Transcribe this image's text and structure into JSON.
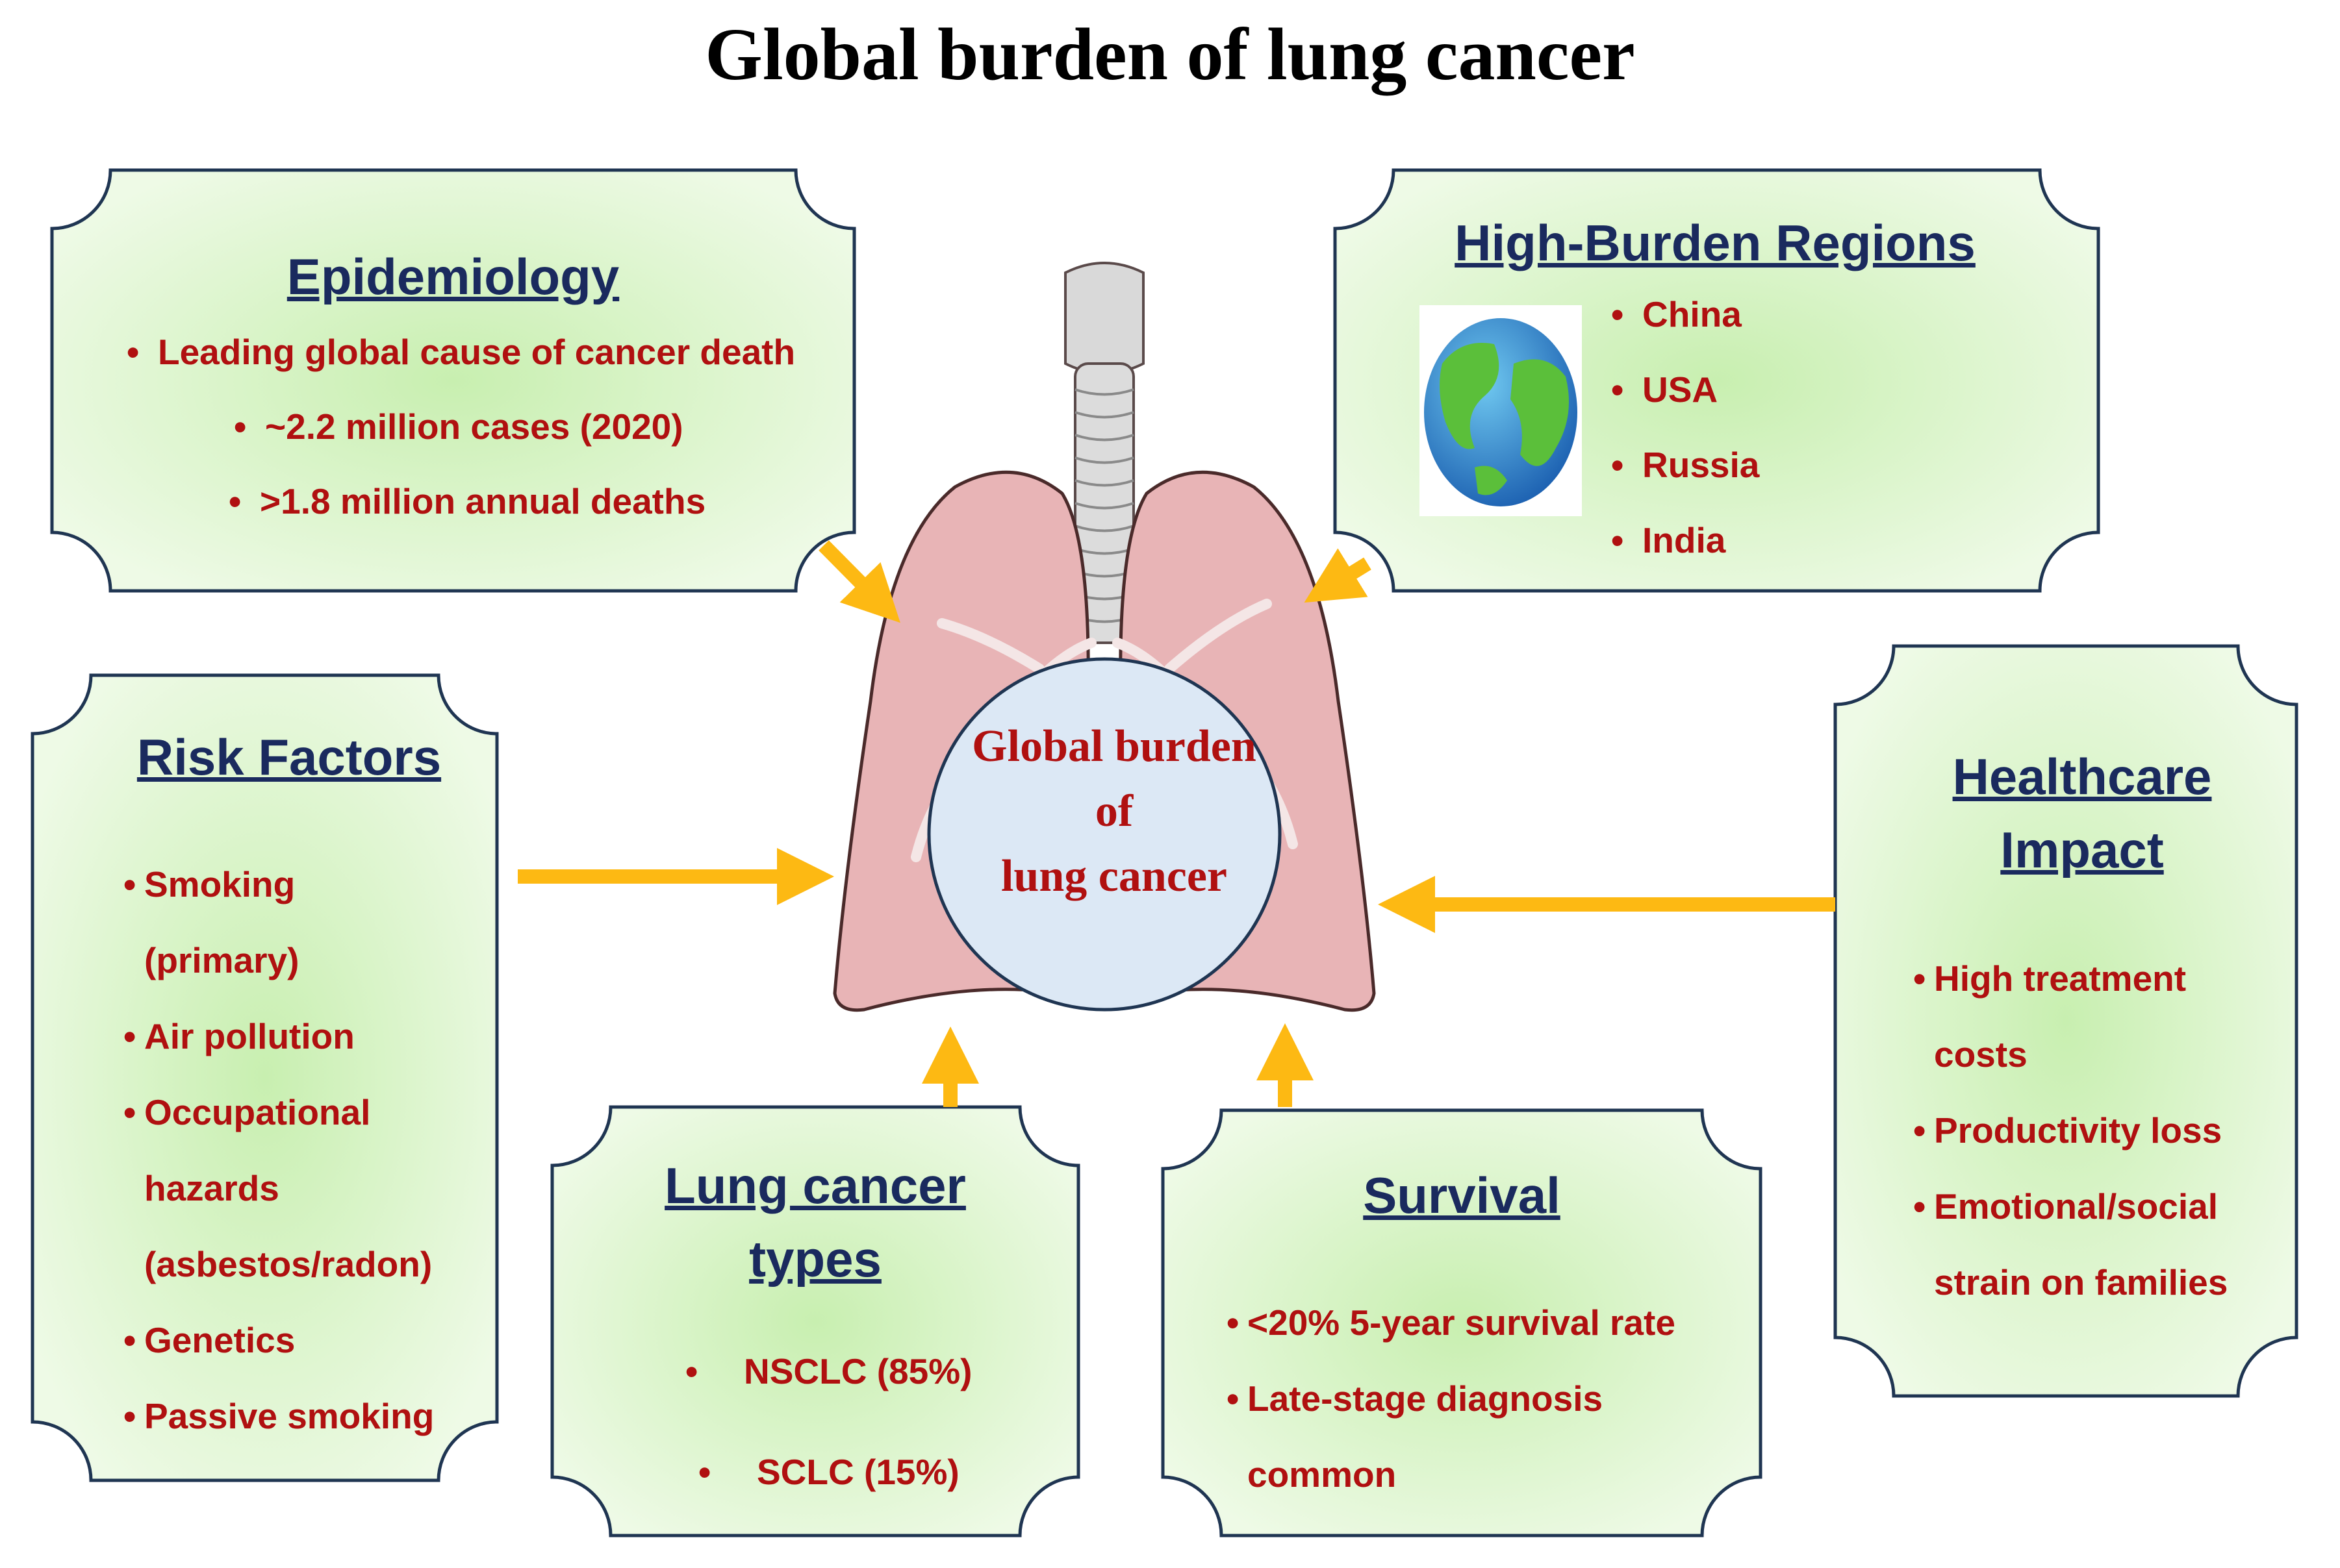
{
  "title": "Global burden of lung cancer",
  "center": {
    "lines": [
      "Global burden",
      "of",
      "lung cancer"
    ]
  },
  "panels": {
    "epidemiology": {
      "heading": "Epidemiology",
      "items": [
        "Leading global cause of cancer death",
        "~2.2 million cases (2020)",
        ">1.8 million annual deaths"
      ]
    },
    "regions": {
      "heading": "High-Burden Regions",
      "items": [
        "China",
        "USA",
        "Russia",
        "India"
      ]
    },
    "risk": {
      "heading": "Risk Factors",
      "lines": [
        "Smoking",
        "(primary)",
        "Air pollution",
        "Occupational",
        "hazards",
        "(asbestos/radon)",
        "Genetics",
        "Passive smoking"
      ]
    },
    "healthcare": {
      "heading_lines": [
        "Healthcare",
        "Impact"
      ],
      "lines": [
        "High treatment",
        "costs",
        "Productivity loss",
        "Emotional/social",
        "strain on families"
      ]
    },
    "types": {
      "heading_lines": [
        "Lung cancer",
        "types"
      ],
      "items": [
        "NSCLC (85%)",
        "SCLC (15%)"
      ]
    },
    "survival": {
      "heading": "Survival",
      "lines": [
        "<20% 5-year survival rate",
        "Late-stage diagnosis",
        "common"
      ]
    }
  },
  "colors": {
    "panel_fill_center": "#c8efb0",
    "panel_fill_edge": "#eefae6",
    "panel_border": "#1f3552",
    "arrow": "#fdb913",
    "heading": "#1a2a5e",
    "item_text": "#b01010",
    "lung_fill": "#e8b4b6",
    "lung_stroke": "#4a2a2a",
    "center_circle": "#dce8f5"
  },
  "icons": {
    "globe": "globe-icon",
    "lungs": "lungs-illustration"
  }
}
